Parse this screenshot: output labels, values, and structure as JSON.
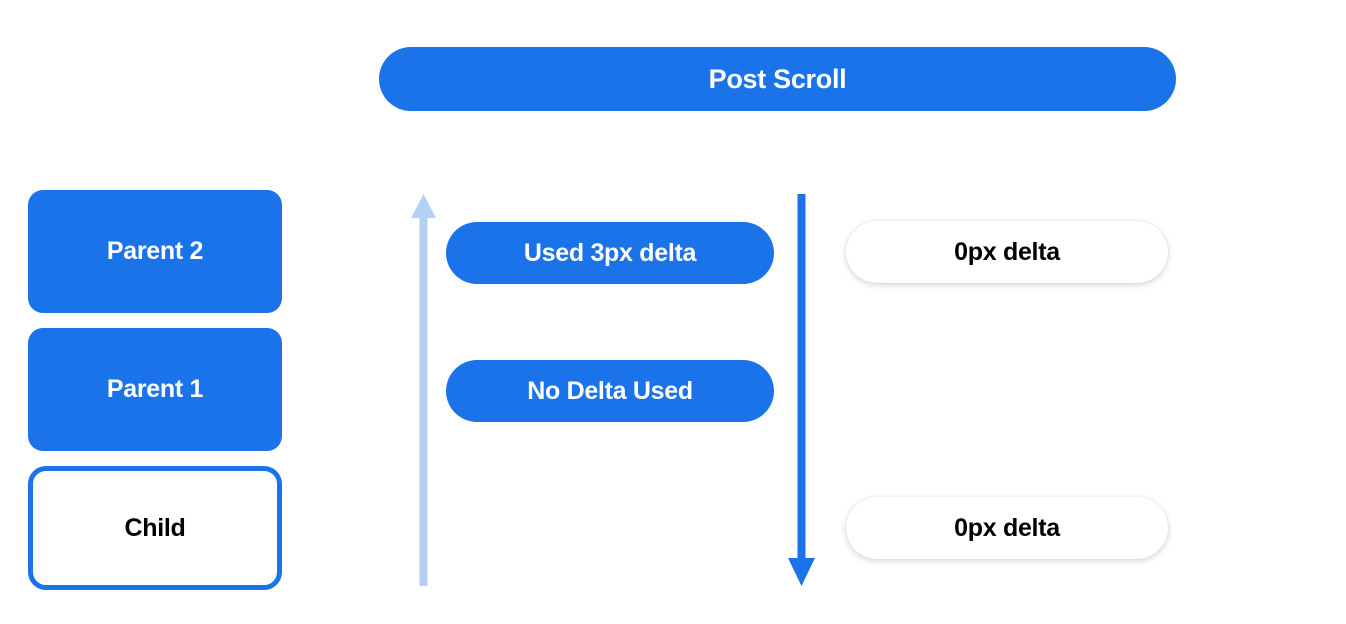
{
  "header": {
    "title": "Post Scroll"
  },
  "colors": {
    "primary_blue": "#1a73e8",
    "light_blue": "#b4d0f4",
    "white": "#ffffff",
    "black": "#000000"
  },
  "scroll_chain": {
    "nodes": [
      {
        "label": "Parent 2",
        "style": "filled"
      },
      {
        "label": "Parent 1",
        "style": "filled"
      },
      {
        "label": "Child",
        "style": "outlined"
      }
    ]
  },
  "arrows": {
    "up": {
      "name": "bubble-up-arrow",
      "direction": "up",
      "color": "#b4d0f4"
    },
    "down": {
      "name": "scroll-propagation-arrow",
      "direction": "down",
      "color": "#1a73e8"
    }
  },
  "consumption_pills": [
    {
      "label": "Used 3px delta"
    },
    {
      "label": "No Delta Used"
    }
  ],
  "remaining_pills": [
    {
      "label": "0px delta"
    },
    {
      "label": "0px delta"
    }
  ]
}
